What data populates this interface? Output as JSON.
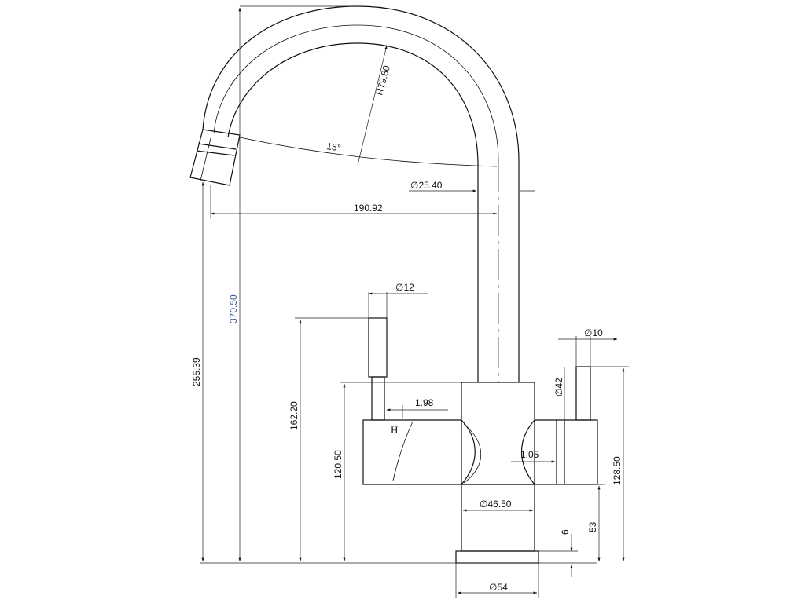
{
  "drawing": {
    "kind": "faucet technical drawing",
    "dimensions": {
      "radius_spout": "R79.80",
      "spout_angle": "15°",
      "spout_diameter": "∅25.40",
      "spout_reach": "190.92",
      "total_height": "370.50",
      "outlet_height": "255.39",
      "handle_diameter": "∅12",
      "handle_height": "162.20",
      "body_height": "120.50",
      "small_gap_left": "1.98",
      "handle_label": "H",
      "right_handle_diameter": "∅10",
      "right_body_diameter": "∅42",
      "small_gap_right": "1.05",
      "right_height": "128.50",
      "base_column_height": "53",
      "base_plate_thickness": "6",
      "stem_diameter": "∅46.50",
      "base_diameter": "∅54"
    }
  }
}
